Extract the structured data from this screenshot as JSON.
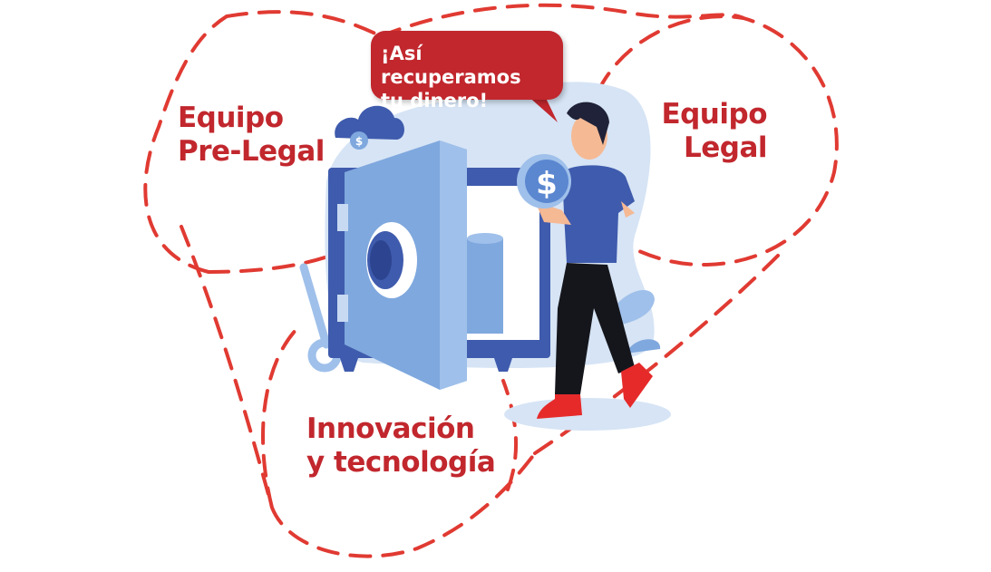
{
  "bubble": {
    "text": "¡Así recuperamos\ntu dinero!"
  },
  "circles": [
    {
      "label": "Equipo\nPre-Legal"
    },
    {
      "label": "Equipo\nLegal"
    },
    {
      "label": "Innovación\ny tecnología"
    }
  ],
  "colors": {
    "accent": "#c1272d",
    "dash": "#e03a32",
    "safe": "#3f5bad",
    "safe_light": "#7fa8de",
    "bg_blob": "#d6e4f5"
  }
}
